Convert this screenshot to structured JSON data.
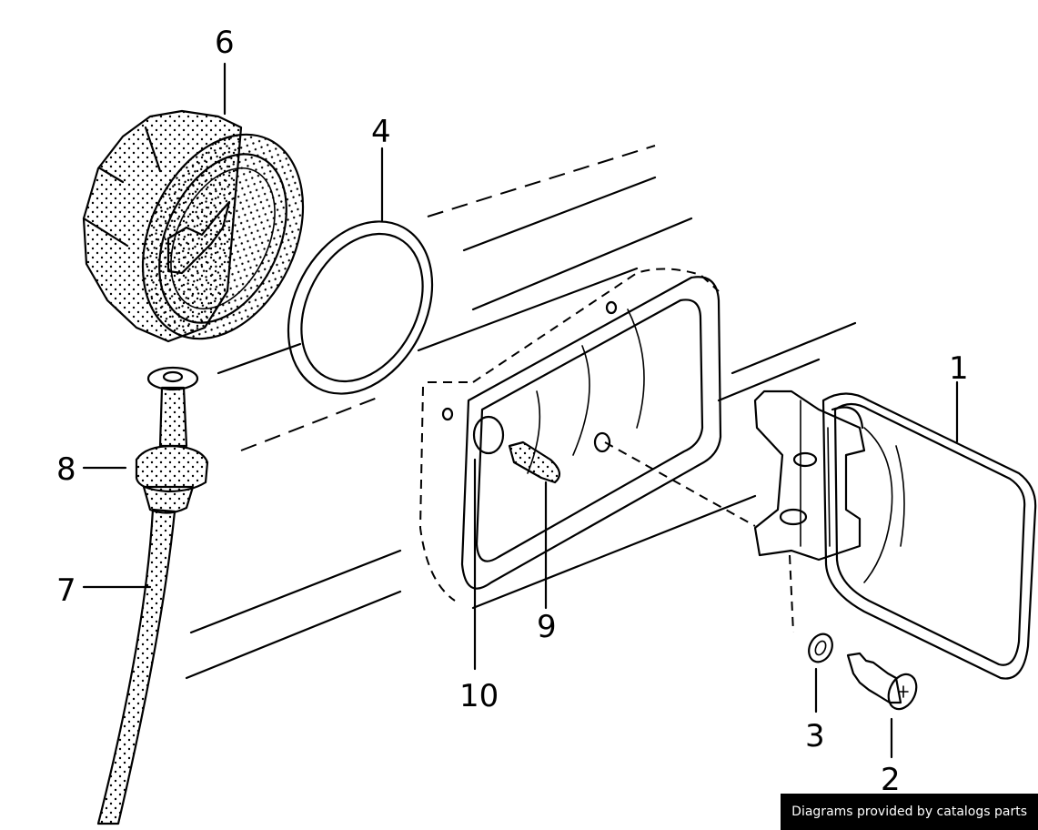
{
  "callouts": {
    "c1": "1",
    "c2": "2",
    "c3": "3",
    "c4": "4",
    "c6": "6",
    "c7": "7",
    "c8": "8",
    "c9": "9",
    "c10": "10"
  },
  "footer": {
    "credit": "Diagrams provided by catalogs parts"
  }
}
